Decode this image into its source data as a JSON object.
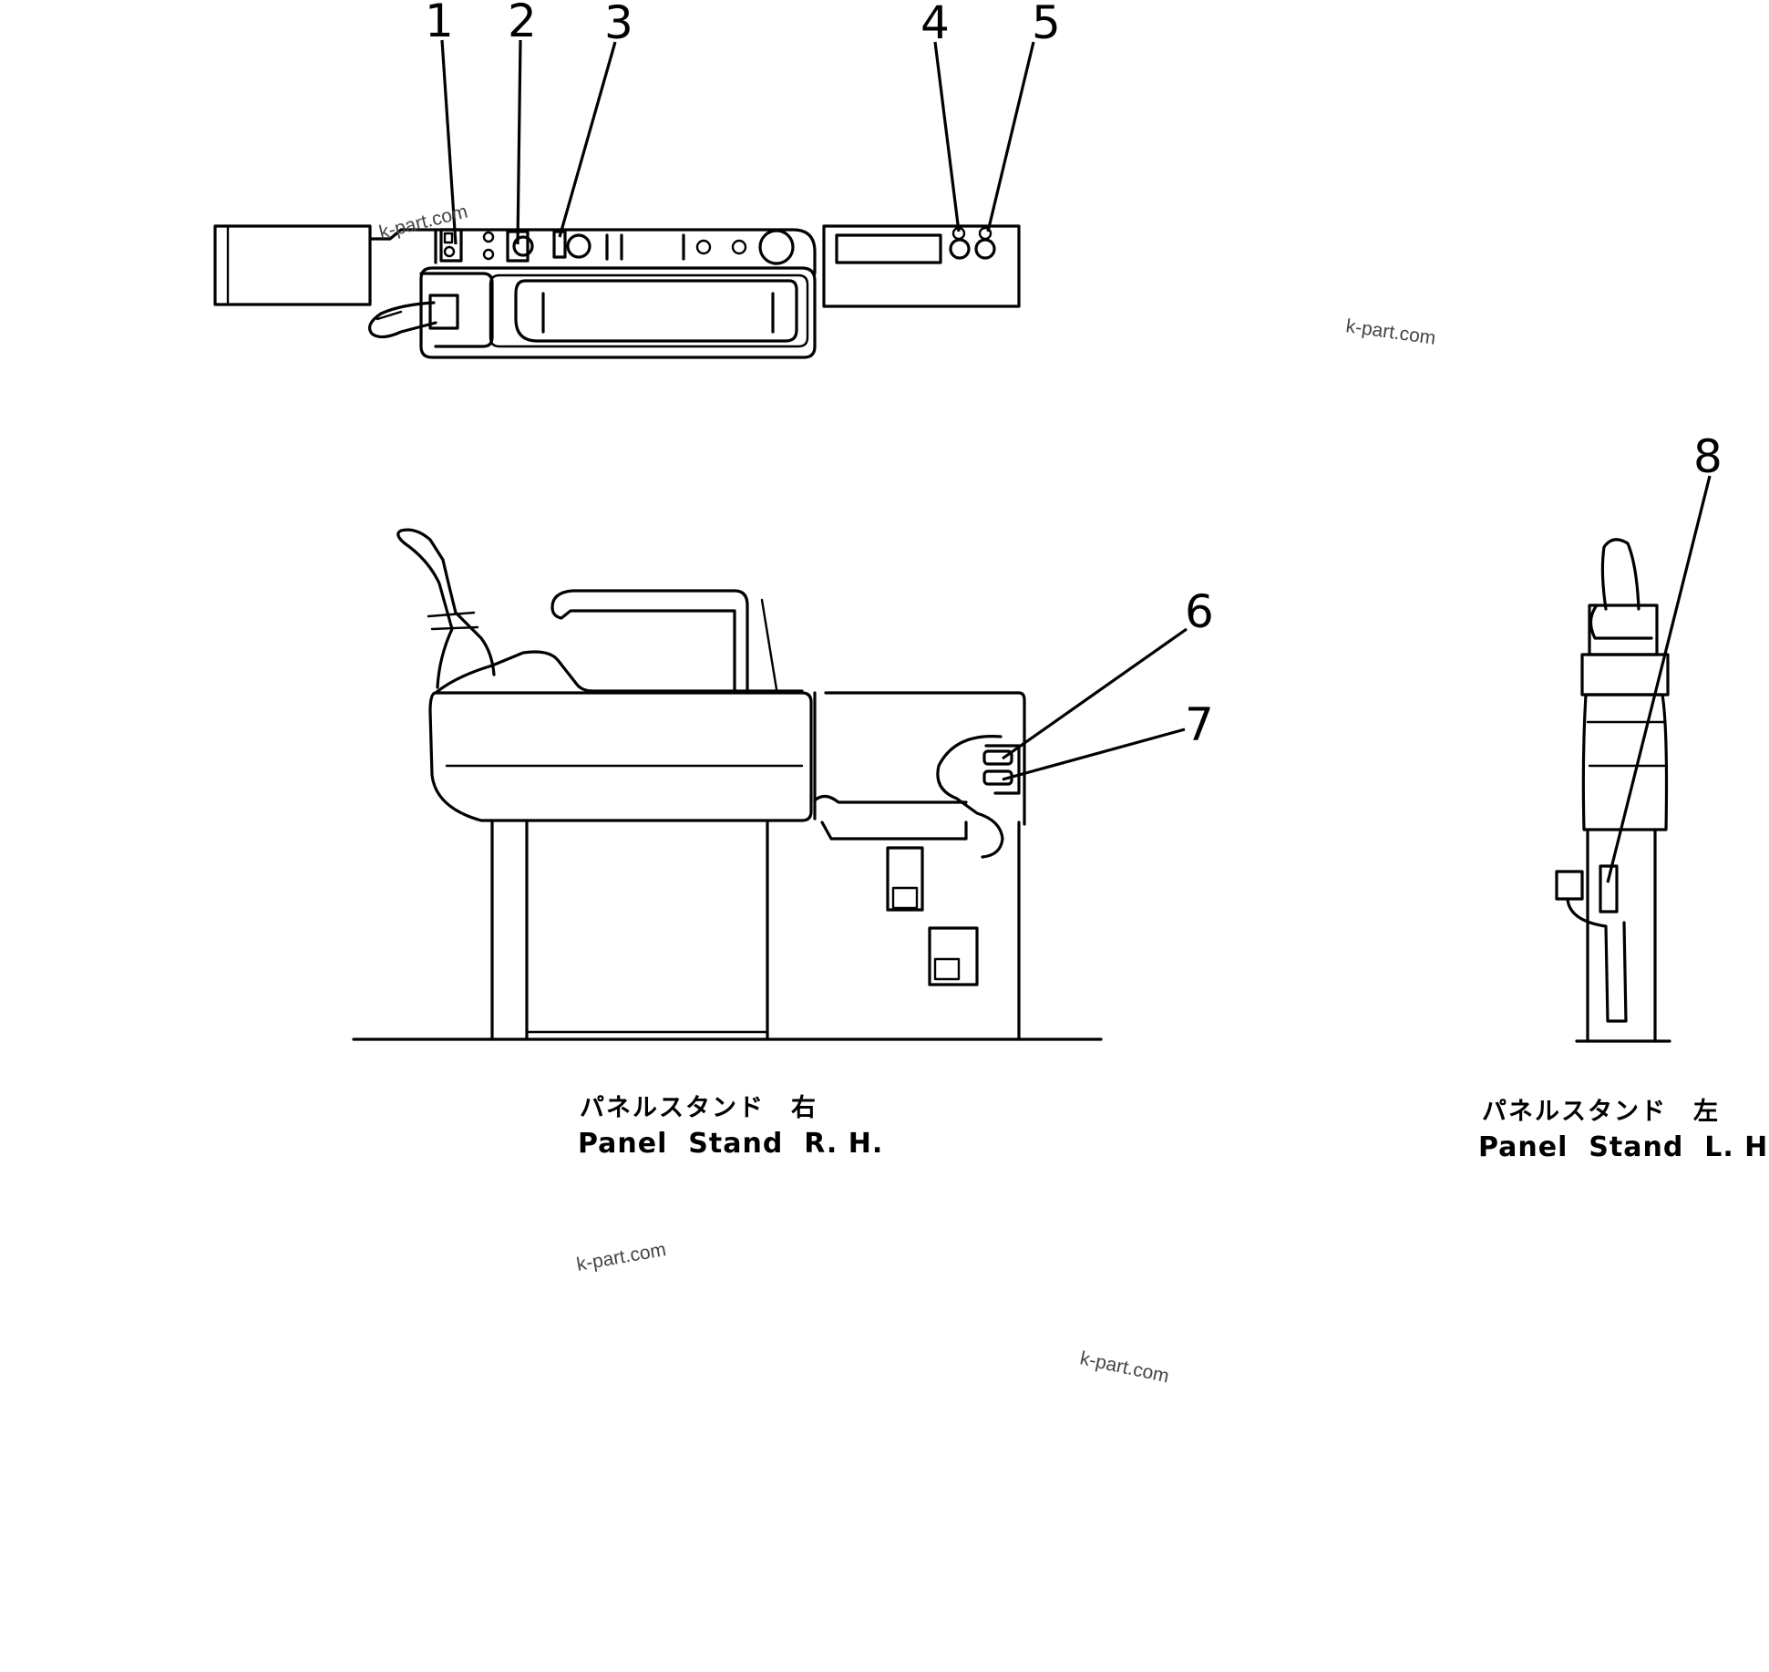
{
  "callouts": [
    "1",
    "2",
    "3",
    "4",
    "5",
    "6",
    "7",
    "8"
  ],
  "views": {
    "right": {
      "caption_jp": "パネルスタンド　右",
      "caption_en": "Panel  Stand  R. H."
    },
    "left": {
      "caption_jp": "パネルスタンド　左",
      "caption_en": "Panel  Stand  L. H."
    }
  },
  "watermarks": [
    "k-part.com",
    "k-part.com",
    "k-part.com",
    "k-part.com"
  ]
}
